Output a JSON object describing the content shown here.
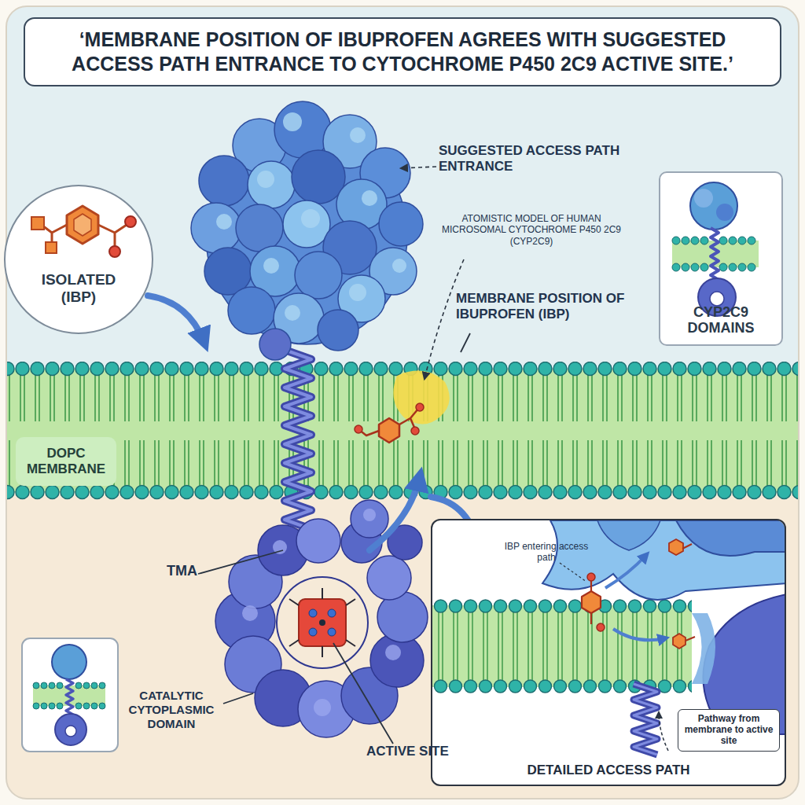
{
  "diagram": {
    "title": "‘MEMBRANE POSITION OF IBUPROFEN AGREES WITH SUGGESTED ACCESS PATH ENTRANCE TO CYTOCHROME P450 2C9 ACTIVE SITE.’",
    "nodes": [
      {
        "text": [
          "ISOLATED (IBP)"
        ]
      },
      {
        "text": [
          "CYP2C9 DOMAINS"
        ]
      },
      {
        "text": [
          "DOPC MEMBRANE"
        ]
      },
      {
        "text": [
          "DETAILED ACCESS PATH"
        ]
      },
      {
        "text": [
          "Pathway from membrane to active site"
        ],
        "in": 3
      }
    ],
    "labels": [
      "SUGGESTED ACCESS PATH ENTRANCE",
      "ATOMISTIC MODEL OF HUMAN MICROSOMAL CYTOCHROME P450 2C9 (CYP2C9)",
      "MEMBRANE POSITION OF IBUPROFEN (IBP)",
      "TMA",
      "CATALYTIC CYTOPLASMIC DOMAIN",
      "ACTIVE SITE",
      "IBP entering access path"
    ]
  }
}
